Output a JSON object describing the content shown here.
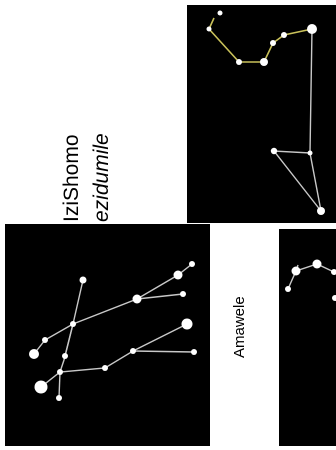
{
  "title": {
    "line1": "IziShomo",
    "line2": "ezidumile"
  },
  "constellation_label": "Amawele",
  "colors": {
    "sky": "#000000",
    "star": "#ffffff",
    "line": "#c8c8c8",
    "highlight_line": "#c9c15a"
  }
}
